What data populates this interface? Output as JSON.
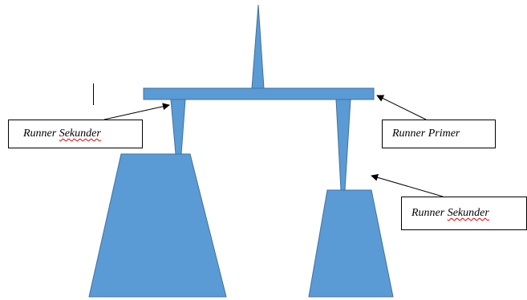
{
  "labels": {
    "runner_sekunder_left": {
      "word1": "Runner",
      "word2": "Sekunder"
    },
    "runner_primer": {
      "word1": "Runner",
      "word2": "Primer"
    },
    "runner_sekunder_right": {
      "word1": "Runner",
      "word2": "Sekunder"
    }
  },
  "colors": {
    "shape_fill": "#5b9bd5",
    "shape_outline": "#41719c",
    "spellcheck_underline": "#e00000"
  }
}
